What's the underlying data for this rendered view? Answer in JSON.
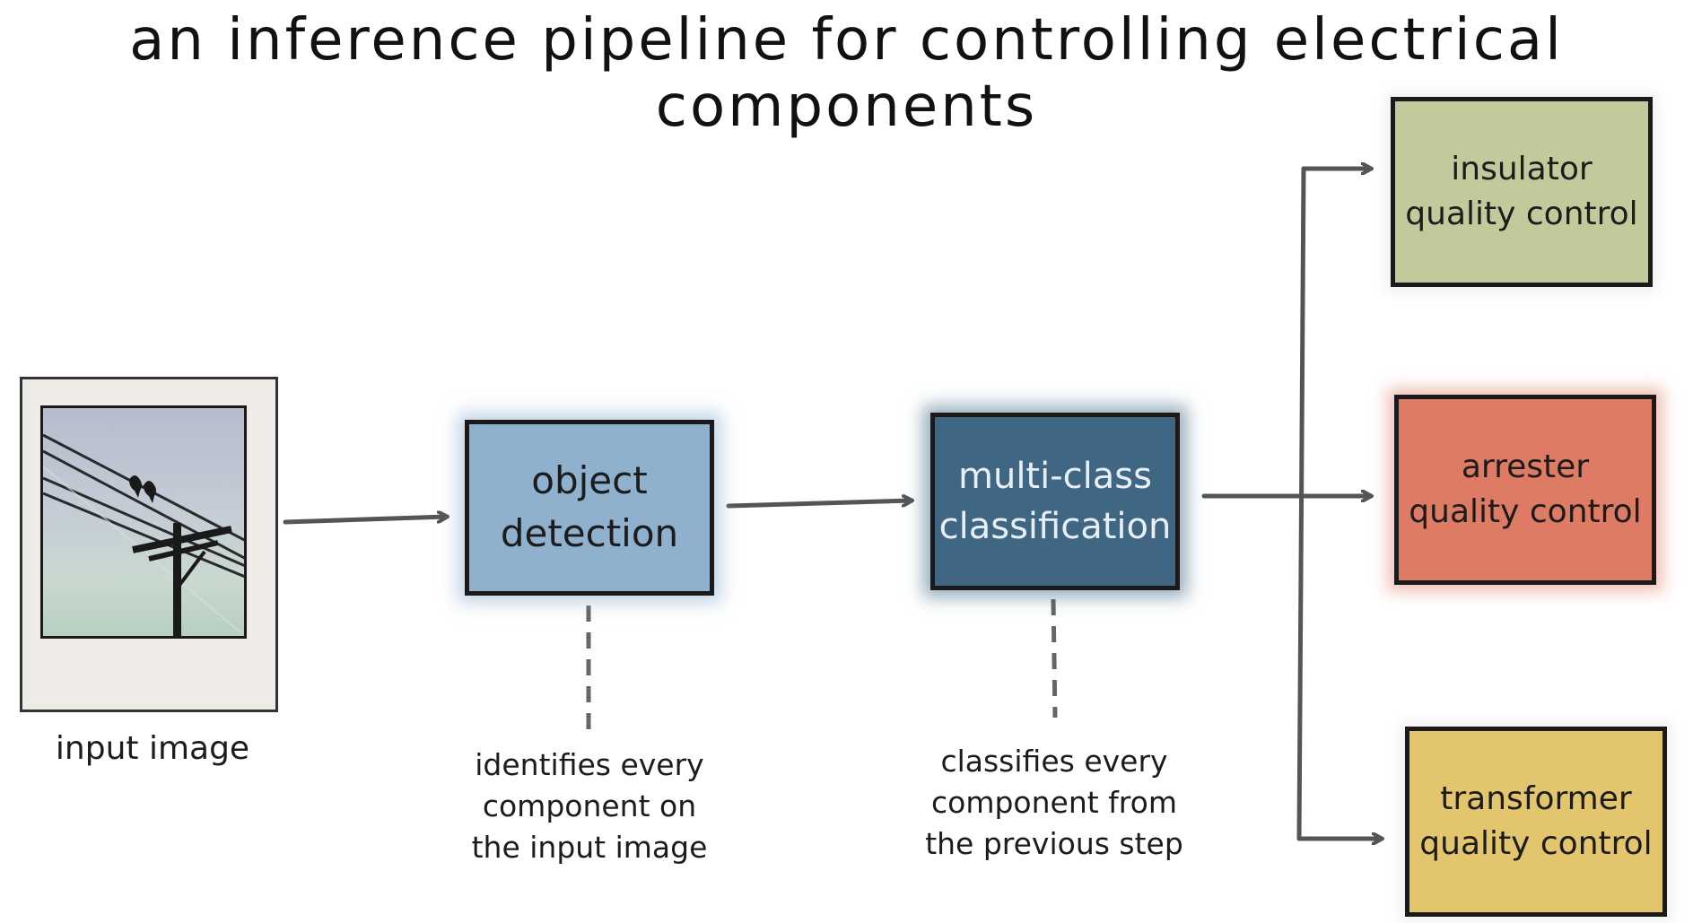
{
  "title": "an inference pipeline for controlling electrical components",
  "input": {
    "label": "input image"
  },
  "steps": [
    {
      "label": "object\ndetection",
      "description": "identifies every\ncomponent on\nthe input image",
      "color": "#8fb1cd"
    },
    {
      "label": "multi-class\nclassification",
      "description": "classifies every\ncomponent from\nthe previous step",
      "color": "#3f6783"
    }
  ],
  "outputs": [
    {
      "label": "insulator\nquality control",
      "color": "#c2c99a"
    },
    {
      "label": "arrester\nquality control",
      "color": "#dd7b64"
    },
    {
      "label": "transformer\nquality control",
      "color": "#e3c56e"
    }
  ]
}
